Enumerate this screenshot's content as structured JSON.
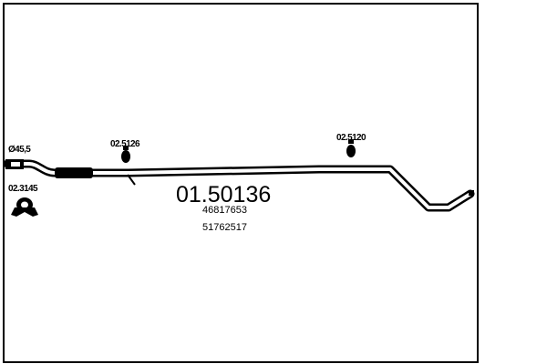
{
  "diagram": {
    "type": "exhaust-pipe-part-drawing",
    "part_number": "01.50136",
    "oem_numbers": [
      "46817653",
      "51762517"
    ],
    "pipe_diameter_label": "Ø45,5",
    "components": [
      {
        "id": "gasket",
        "code": "02.3145",
        "icon": "gasket-icon"
      },
      {
        "id": "hanger-front",
        "code": "02.5126",
        "icon": "rubber-hanger-icon"
      },
      {
        "id": "hanger-rear",
        "code": "02.5120",
        "icon": "rubber-hanger-icon"
      }
    ],
    "colors": {
      "line": "#000000",
      "background": "#ffffff"
    }
  }
}
